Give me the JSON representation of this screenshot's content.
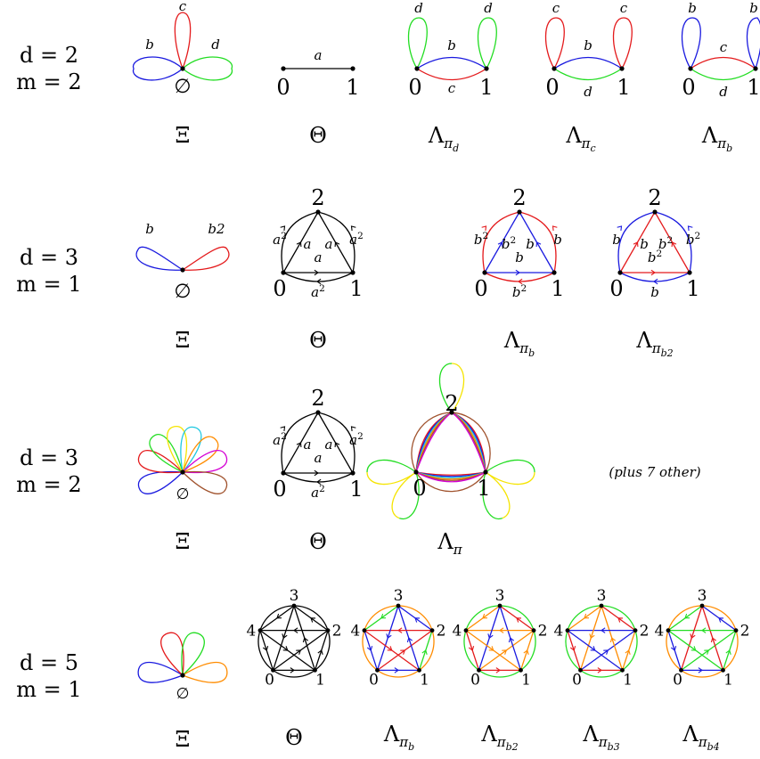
{
  "colors": {
    "red": "#e41a1c",
    "green": "#22dd22",
    "blue": "#1a1adf",
    "yellow": "#f5e400",
    "cyan": "#1ec8e0",
    "orange": "#ff8c00",
    "brown": "#a0522d",
    "magenta": "#d400d4",
    "black": "#000000"
  },
  "rows": [
    {
      "d_label": "d = 2",
      "m_label": "m = 2",
      "graph_labels": [
        "Ξ",
        "Θ",
        "Λ",
        "Λ",
        "Λ"
      ],
      "subscripts": [
        "",
        "",
        "π",
        "π",
        "π"
      ],
      "subsubscripts": [
        "",
        "",
        "d",
        "c",
        "b"
      ],
      "xi": {
        "loops": [
          "b",
          "c",
          "d"
        ],
        "vertex": "∅"
      },
      "theta": {
        "edge": "a",
        "v0": "0",
        "v1": "1"
      },
      "lambdas": [
        {
          "top_left": "d",
          "top_right": "d",
          "mid": "b",
          "bottom": "c",
          "v0": "0",
          "v1": "1"
        },
        {
          "top_left": "c",
          "top_right": "c",
          "mid": "b",
          "bottom": "d",
          "v0": "0",
          "v1": "1"
        },
        {
          "top_left": "b",
          "top_right": "b",
          "mid": "c",
          "bottom": "d",
          "v0": "0",
          "v1": "1"
        }
      ]
    },
    {
      "d_label": "d = 3",
      "m_label": "m = 1",
      "graph_labels": [
        "Ξ",
        "Θ",
        "Λ",
        "Λ"
      ],
      "subscripts": [
        "",
        "",
        "π",
        "π"
      ],
      "subsubscripts": [
        "",
        "",
        "b",
        "b2"
      ],
      "xi": {
        "loops": [
          "b",
          "b2"
        ],
        "vertex": "∅"
      },
      "theta": {
        "v0": "0",
        "v1": "1",
        "v2": "2",
        "labels": [
          "a2",
          "a",
          "a",
          "a2",
          "a",
          "a2"
        ]
      },
      "lambdas": [
        {
          "v0": "0",
          "v1": "1",
          "v2": "2",
          "labels": [
            "b2",
            "b2",
            "b",
            "b",
            "b",
            "b2"
          ]
        },
        {
          "v0": "0",
          "v1": "1",
          "v2": "2",
          "labels": [
            "b",
            "b",
            "b2",
            "b2",
            "b2",
            "b"
          ]
        }
      ]
    },
    {
      "d_label": "d = 3",
      "m_label": "m = 2",
      "graph_labels": [
        "Ξ",
        "Θ",
        "Λ"
      ],
      "subscripts": [
        "",
        "",
        "π"
      ],
      "subsubscripts": [
        "",
        "",
        ""
      ],
      "xi": {
        "loop_count": 8,
        "vertex": "∅"
      },
      "theta": {
        "v0": "0",
        "v1": "1",
        "v2": "2",
        "labels": [
          "a2",
          "a",
          "a",
          "a2",
          "a",
          "a2"
        ]
      },
      "lambda": {
        "v0": "0",
        "v1": "1",
        "v2": "2"
      },
      "note": "(plus 7 other)"
    },
    {
      "d_label": "d = 5",
      "m_label": "m = 1",
      "graph_labels": [
        "Ξ",
        "Θ",
        "Λ",
        "Λ",
        "Λ",
        "Λ"
      ],
      "subscripts": [
        "",
        "",
        "π",
        "π",
        "π",
        "π"
      ],
      "subsubscripts": [
        "",
        "",
        "b",
        "b2",
        "b3",
        "b4"
      ],
      "xi": {
        "loop_count": 4,
        "vertex": "∅"
      },
      "pentagon_vertices": [
        "0",
        "1",
        "2",
        "3",
        "4"
      ]
    }
  ]
}
